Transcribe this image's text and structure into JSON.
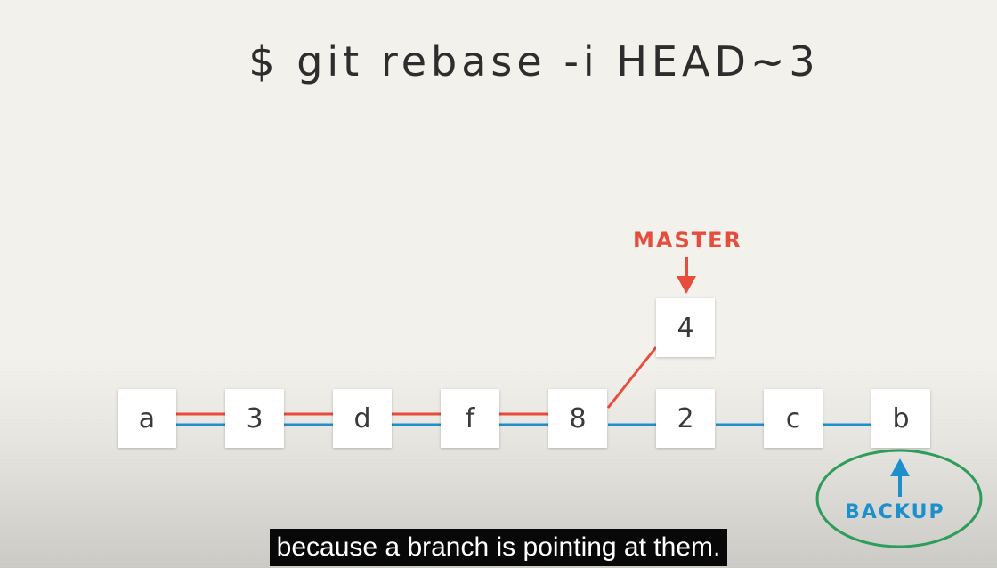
{
  "title": "$ git rebase -i HEAD~3",
  "colors": {
    "master": "#e74c3c",
    "backup": "#1d8fcb",
    "ring": "#2e9c5a",
    "background": "#f2f1ec"
  },
  "commits": {
    "chain": [
      "a",
      "3",
      "d",
      "f",
      "8",
      "2",
      "c",
      "b"
    ],
    "new_commit": "4"
  },
  "branches": {
    "master_label": "MASTER",
    "backup_label": "BACKUP"
  },
  "caption": "because a branch is pointing at them."
}
